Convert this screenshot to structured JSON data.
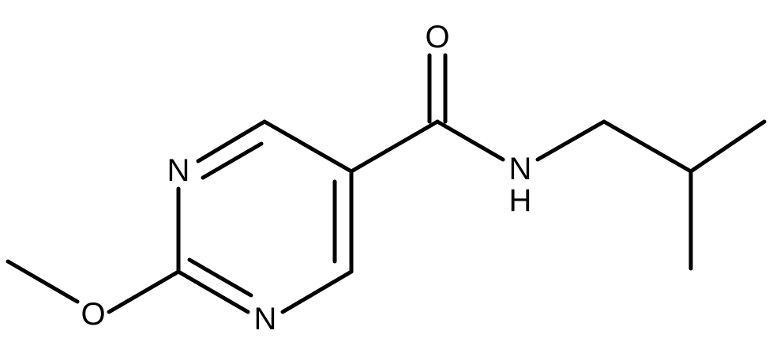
{
  "atoms": {
    "carbonyl_o": "O",
    "amide_n": "N",
    "amide_h": "H",
    "ring_n1": "N",
    "ring_n3": "N",
    "methoxy_o": "O"
  },
  "colors": {
    "bond": "#000000",
    "background": "#ffffff"
  }
}
